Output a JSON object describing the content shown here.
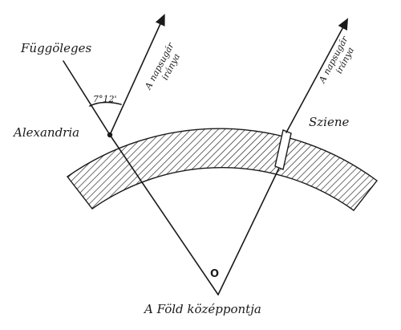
{
  "labels": {
    "vertical": "Függöleges",
    "sun_direction_1_line1": "A napsugár",
    "sun_direction_1_line2": "iránya",
    "sun_direction_2_line1": "A napsugár",
    "sun_direction_2_line2": "iránya",
    "alexandria": "Alexandria",
    "syene": "Sziene",
    "angle": "7°12'",
    "center_mark": "O",
    "earth_center": "A Föld középpontja"
  }
}
